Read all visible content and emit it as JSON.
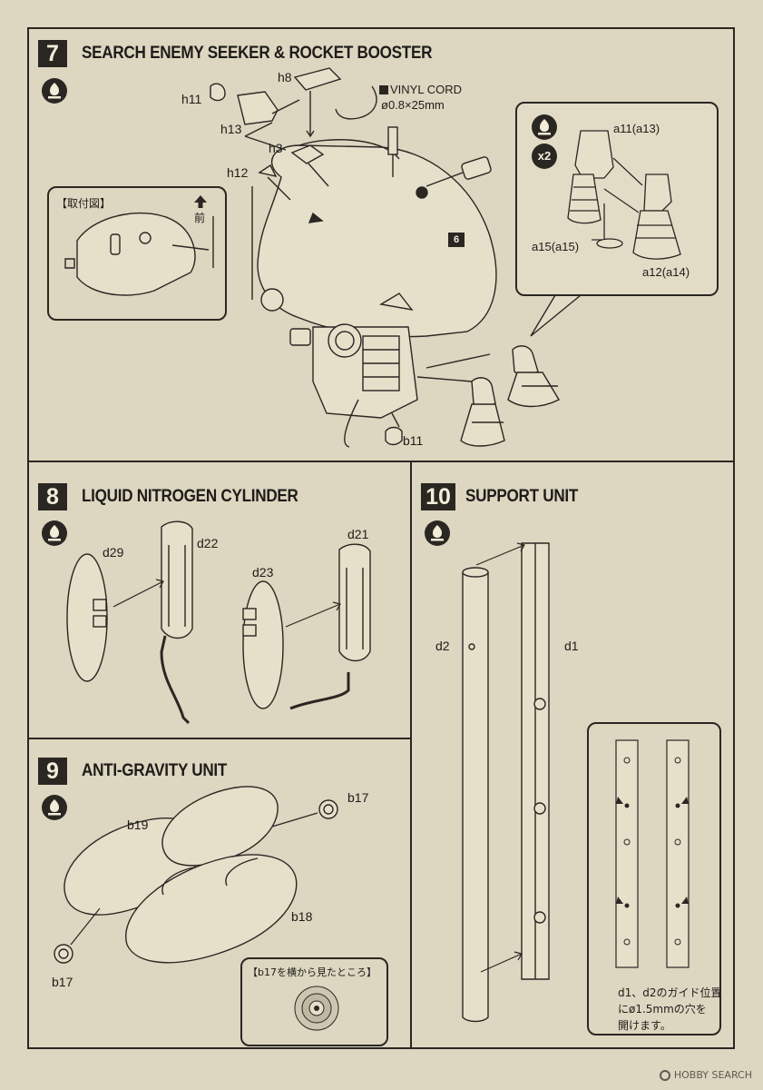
{
  "steps": [
    {
      "number": "7",
      "title": "SEARCH ENEMY SEEKER & ROCKET BOOSTER"
    },
    {
      "number": "8",
      "title": "LIQUID NITROGEN CYLINDER"
    },
    {
      "number": "9",
      "title": "ANTI-GRAVITY UNIT"
    },
    {
      "number": "10",
      "title": "SUPPORT UNIT"
    }
  ],
  "step7": {
    "parts": {
      "h8": "h8",
      "h11": "h11",
      "h13": "h13",
      "h3": "h3",
      "h12": "h12",
      "b11": "b11",
      "ref6": "6"
    },
    "cord": {
      "label": "VINYL CORD",
      "spec": "ø0.8×25mm"
    },
    "mount_view": {
      "title": "【取付図】",
      "front": "前"
    },
    "callout": {
      "multiplier": "x2",
      "a11": "a11(a13)",
      "a15": "a15(a15)",
      "a12": "a12(a14)"
    }
  },
  "step8": {
    "parts": {
      "d29": "d29",
      "d22": "d22",
      "d23": "d23",
      "d21": "d21"
    }
  },
  "step9": {
    "parts": {
      "b17_top": "b17",
      "b19": "b19",
      "b18": "b18",
      "b17_bottom": "b17"
    },
    "side_view_title": "【b17を横から見たところ】"
  },
  "step10": {
    "parts": {
      "d2": "d2",
      "d1": "d1"
    },
    "note": [
      "d1、d2のガイド位置",
      "にø1.5mmの穴を",
      "開けます。"
    ]
  },
  "watermark": "HOBBY SEARCH",
  "colors": {
    "paper": "#ddd6c0",
    "ink": "#2a2723",
    "callout_bg": "#e2dcc7"
  }
}
